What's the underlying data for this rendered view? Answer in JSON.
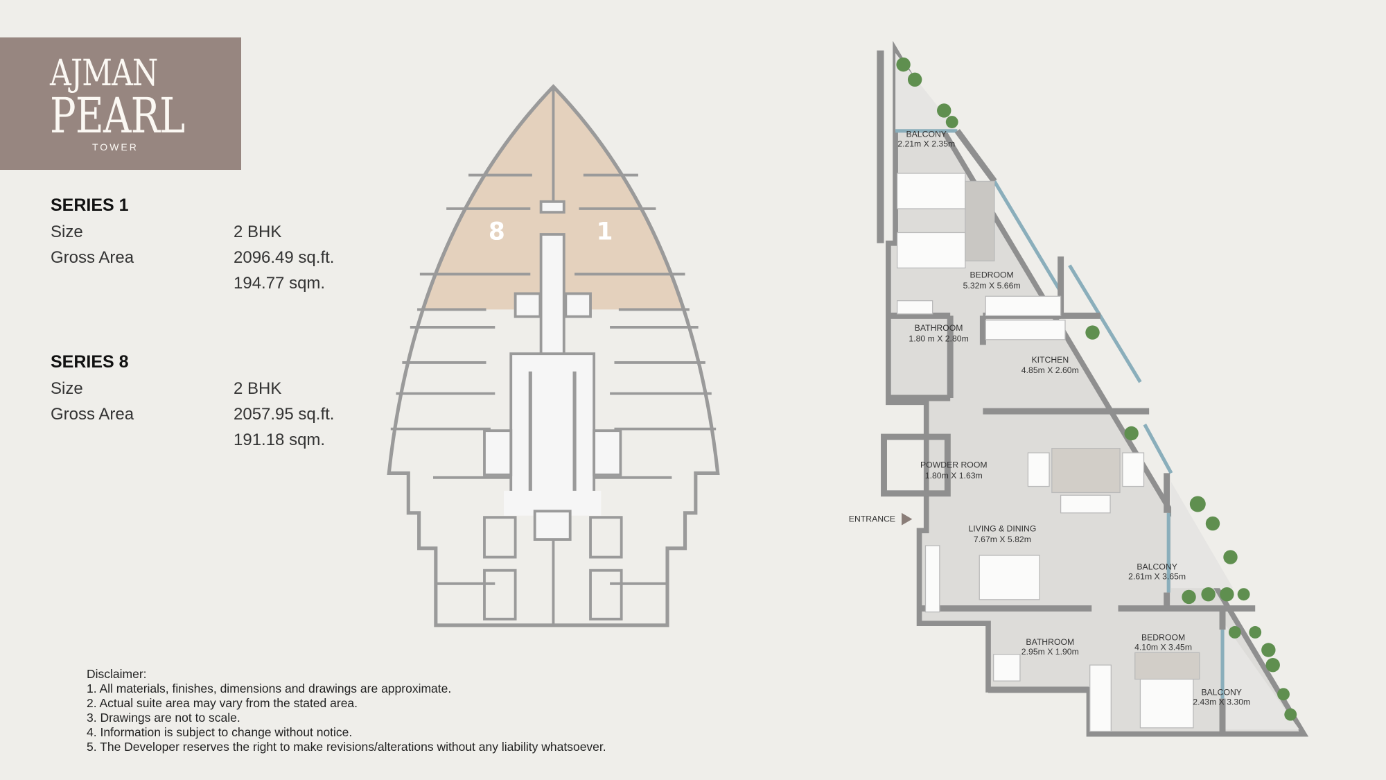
{
  "brand": {
    "line1": "AJMAN",
    "line2": "PEARL",
    "line3": "TOWER",
    "color": "#978680"
  },
  "series": [
    {
      "title": "SERIES 1",
      "size_label": "Size",
      "size_value": "2 BHK",
      "area_label": "Gross Area",
      "area_sqft": "2096.49 sq.ft.",
      "area_sqm": "194.77 sqm."
    },
    {
      "title": "SERIES 8",
      "size_label": "Size",
      "size_value": "2 BHK",
      "area_label": "Gross Area",
      "area_sqft": "2057.95 sq.ft.",
      "area_sqm": "191.18 sqm."
    }
  ],
  "key_plan": {
    "unit_labels": [
      "8",
      "1"
    ],
    "highlight_color": "#e4d1bd"
  },
  "unit_plan": {
    "entrance": "ENTRANCE",
    "rooms": [
      {
        "name": "BALCONY",
        "dims": "2.21m X 2.35m"
      },
      {
        "name": "BEDROOM",
        "dims": "5.32m X 5.66m"
      },
      {
        "name": "BATHROOM",
        "dims": "1.80 m X 2.80m"
      },
      {
        "name": "KITCHEN",
        "dims": "4.85m X 2.60m"
      },
      {
        "name": "POWDER ROOM",
        "dims": "1.80m X 1.63m"
      },
      {
        "name": "LIVING & DINING",
        "dims": "7.67m X 5.82m"
      },
      {
        "name": "BALCONY",
        "dims": "2.61m X 3.65m"
      },
      {
        "name": "BEDROOM",
        "dims": "4.10m X 3.45m"
      },
      {
        "name": "BATHROOM",
        "dims": "2.95m X 1.90m"
      },
      {
        "name": "BALCONY",
        "dims": "2.43m X 3.30m"
      }
    ]
  },
  "disclaimer": {
    "title": "Disclaimer:",
    "items": [
      "1. All materials, finishes, dimensions and drawings are approximate.",
      "2. Actual suite area may vary from the stated area.",
      "3. Drawings are not to scale.",
      "4. Information is subject to change without notice.",
      "5. The Developer reserves the right to make revisions/alterations without any liability whatsoever."
    ]
  }
}
